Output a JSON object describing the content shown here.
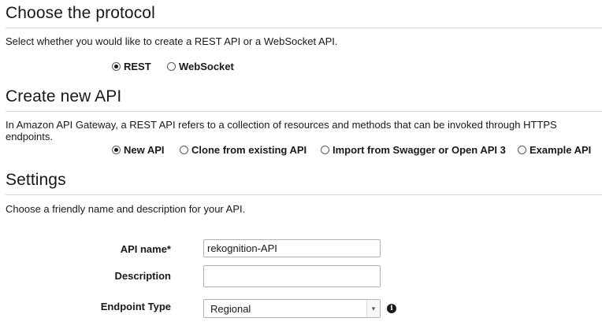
{
  "protocol": {
    "title": "Choose the protocol",
    "description": "Select whether you would like to create a REST API or a WebSocket API.",
    "options": [
      {
        "label": "REST",
        "checked": true
      },
      {
        "label": "WebSocket",
        "checked": false
      }
    ]
  },
  "create": {
    "title": "Create new API",
    "description": "In Amazon API Gateway, a REST API refers to a collection of resources and methods that can be invoked through HTTPS endpoints.",
    "options": [
      {
        "label": "New API",
        "checked": true
      },
      {
        "label": "Clone from existing API",
        "checked": false
      },
      {
        "label": "Import from Swagger or Open API 3",
        "checked": false
      },
      {
        "label": "Example API",
        "checked": false
      }
    ]
  },
  "settings": {
    "title": "Settings",
    "description": "Choose a friendly name and description for your API.",
    "api_name_label": "API name*",
    "api_name_value": "rekognition-API",
    "description_label": "Description",
    "description_value": "",
    "endpoint_label": "Endpoint Type",
    "endpoint_value": "Regional",
    "info_icon": "info-icon"
  }
}
